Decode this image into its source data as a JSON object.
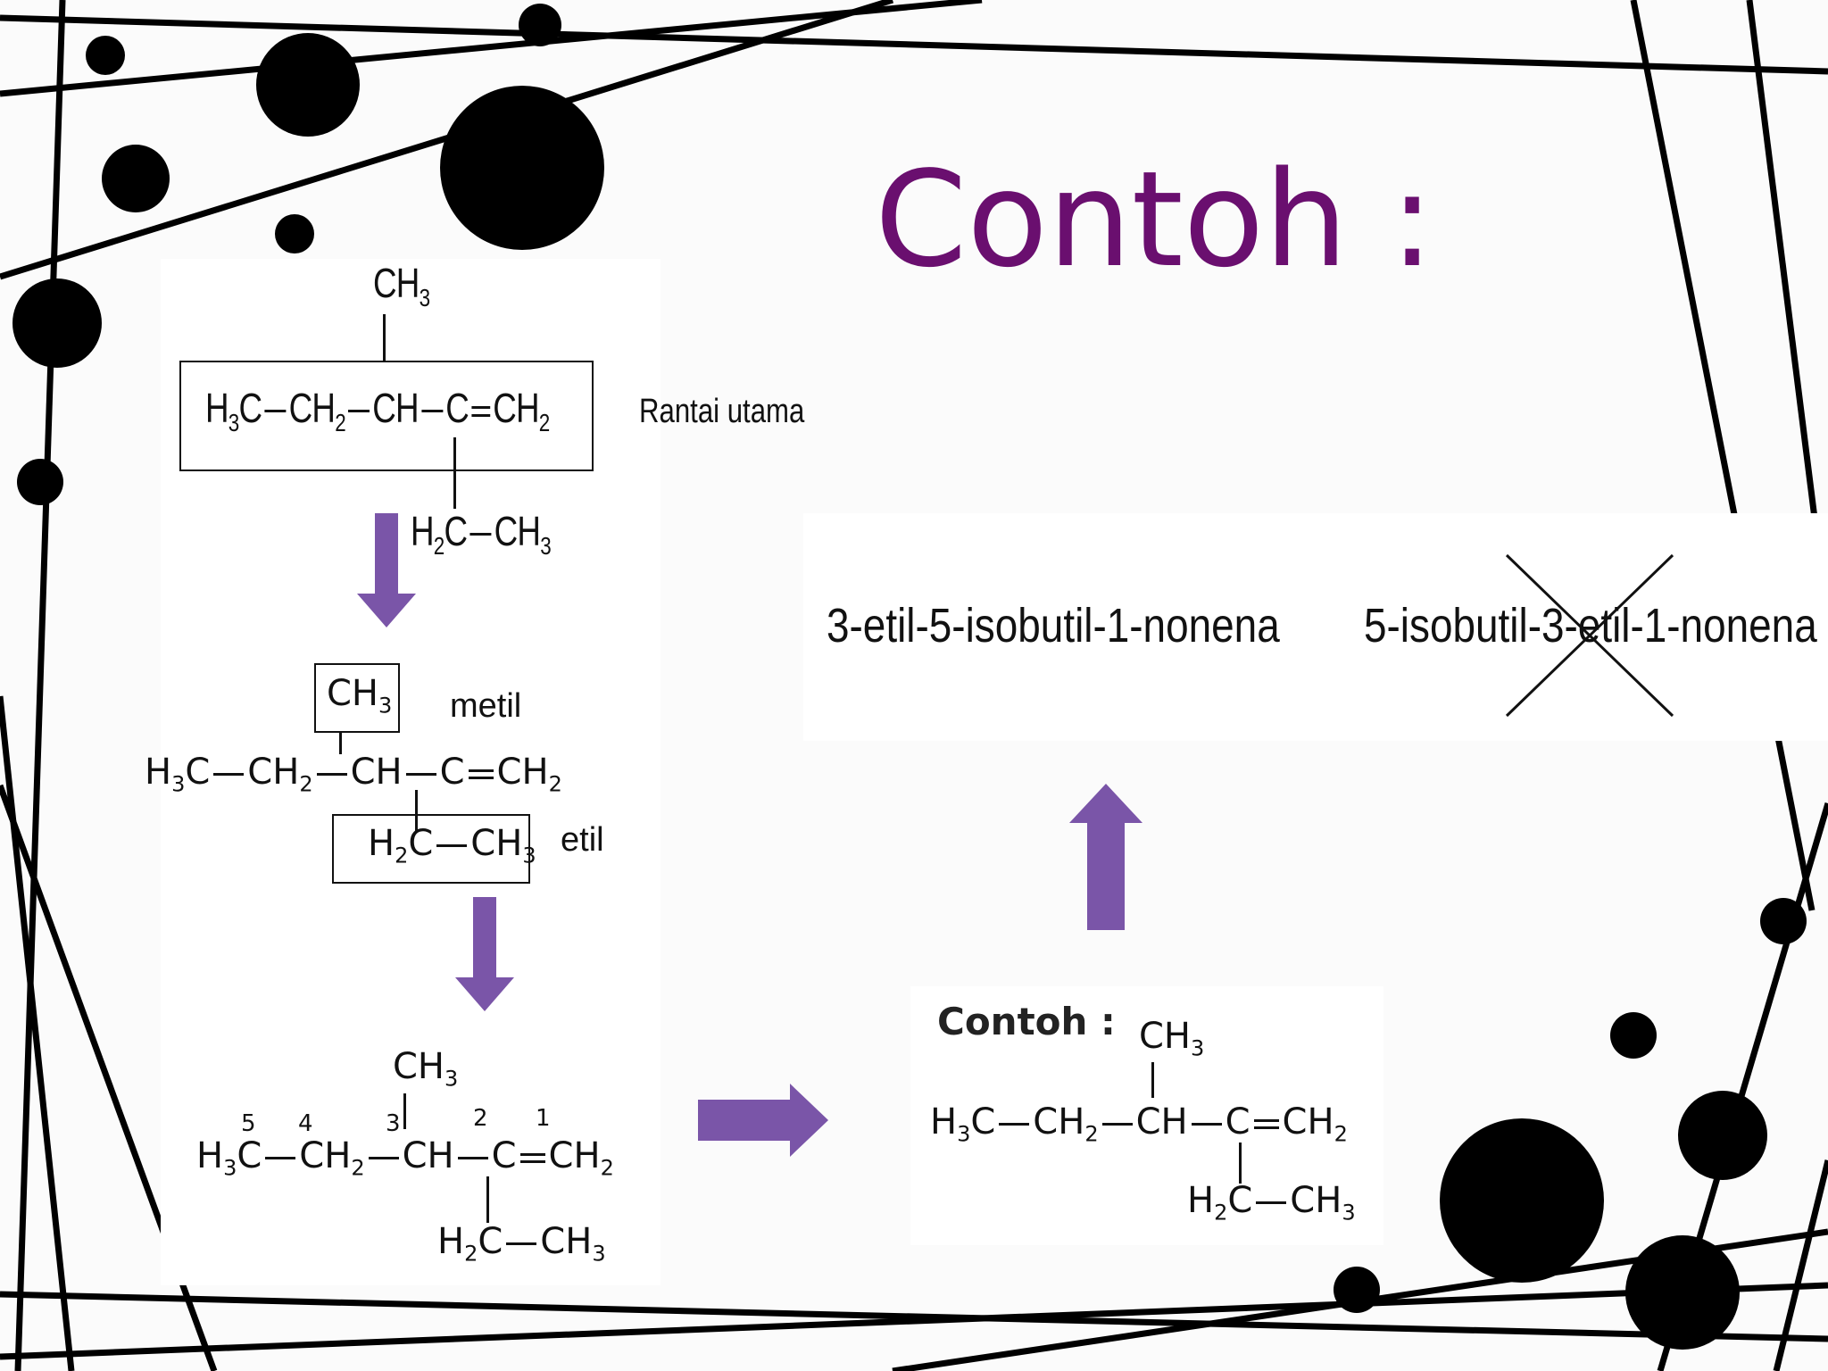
{
  "slide": {
    "title": "Contoh :",
    "title_color": "#6a0f6f",
    "arrow_color": "#7a55a8"
  },
  "step1": {
    "branch_top": "CH",
    "branch_top_sub": "3",
    "chain_a": "H",
    "chain_a_sub": "3",
    "chain_b": "C",
    "chain_c": "CH",
    "chain_c_sub": "2",
    "chain_d": "CH",
    "chain_e": "C",
    "chain_f": "CH",
    "chain_f_sub": "2",
    "branch_bottom_a": "H",
    "branch_bottom_a_sub": "2",
    "branch_bottom_b": "C",
    "branch_bottom_c": "CH",
    "branch_bottom_c_sub": "3",
    "label": "Rantai utama"
  },
  "step2": {
    "branch_top": "CH",
    "branch_top_sub": "3",
    "branch_top_label": "metil",
    "chain_a": "H",
    "chain_a_sub": "3",
    "chain_b": "C",
    "chain_c": "CH",
    "chain_c_sub": "2",
    "chain_d": "CH",
    "chain_e": "C",
    "chain_f": "CH",
    "chain_f_sub": "2",
    "branch_bottom_a": "H",
    "branch_bottom_a_sub": "2",
    "branch_bottom_b": "C",
    "branch_bottom_c": "CH",
    "branch_bottom_c_sub": "3",
    "branch_bottom_label": "etil"
  },
  "step3": {
    "numbers": [
      "5",
      "4",
      "3",
      "2",
      "1"
    ],
    "branch_top": "CH",
    "branch_top_sub": "3",
    "chain_a": "H",
    "chain_a_sub": "3",
    "chain_b": "C",
    "chain_c": "CH",
    "chain_c_sub": "2",
    "chain_d": "CH",
    "chain_e": "C",
    "chain_f": "CH",
    "chain_f_sub": "2",
    "branch_bottom_a": "H",
    "branch_bottom_a_sub": "2",
    "branch_bottom_b": "C",
    "branch_bottom_c": "CH",
    "branch_bottom_c_sub": "3"
  },
  "example": {
    "heading": "Contoh :",
    "branch_top": "CH",
    "branch_top_sub": "3",
    "chain_a": "H",
    "chain_a_sub": "3",
    "chain_b": "C",
    "chain_c": "CH",
    "chain_c_sub": "2",
    "chain_d": "CH",
    "chain_e": "C",
    "chain_f": "CH",
    "chain_f_sub": "2",
    "branch_bottom_a": "H",
    "branch_bottom_a_sub": "2",
    "branch_bottom_b": "C",
    "branch_bottom_c": "CH",
    "branch_bottom_c_sub": "3"
  },
  "names": {
    "correct": "3-etil-5-isobutil-1-nonena",
    "wrong": "5-isobutil-3-etil-1-nonena"
  }
}
